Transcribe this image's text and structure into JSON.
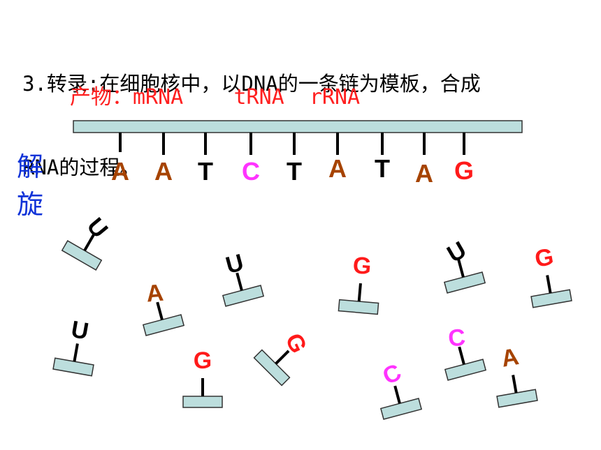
{
  "title": {
    "line1": "3.转录:在细胞核中，以DNA的一条链为模板，合成",
    "line2": "RNA的过程。"
  },
  "products": {
    "label": "产物：",
    "items": [
      "mRNA",
      "tRNA",
      "rRNA"
    ]
  },
  "side_label": [
    "解",
    "旋"
  ],
  "colors": {
    "A": "#a64300",
    "T": "#000000",
    "C": "#ff33ff",
    "G": "#ff1a1a",
    "U": "#000000",
    "strand_fill": "#bcdedd",
    "strand_stroke": "#333333",
    "title_text": "#000000",
    "products_text": "#ff2020",
    "side_label_text": "#1033d8"
  },
  "dna_template_strand": {
    "bases": [
      "A",
      "A",
      "T",
      "C",
      "T",
      "A",
      "T",
      "A",
      "G"
    ]
  },
  "free_nucleotides": [
    {
      "base": "U"
    },
    {
      "base": "A"
    },
    {
      "base": "U"
    },
    {
      "base": "G"
    },
    {
      "base": "U"
    },
    {
      "base": "C"
    },
    {
      "base": "U"
    },
    {
      "base": "G"
    },
    {
      "base": "G"
    },
    {
      "base": "C"
    },
    {
      "base": "A"
    },
    {
      "base": "G"
    }
  ]
}
